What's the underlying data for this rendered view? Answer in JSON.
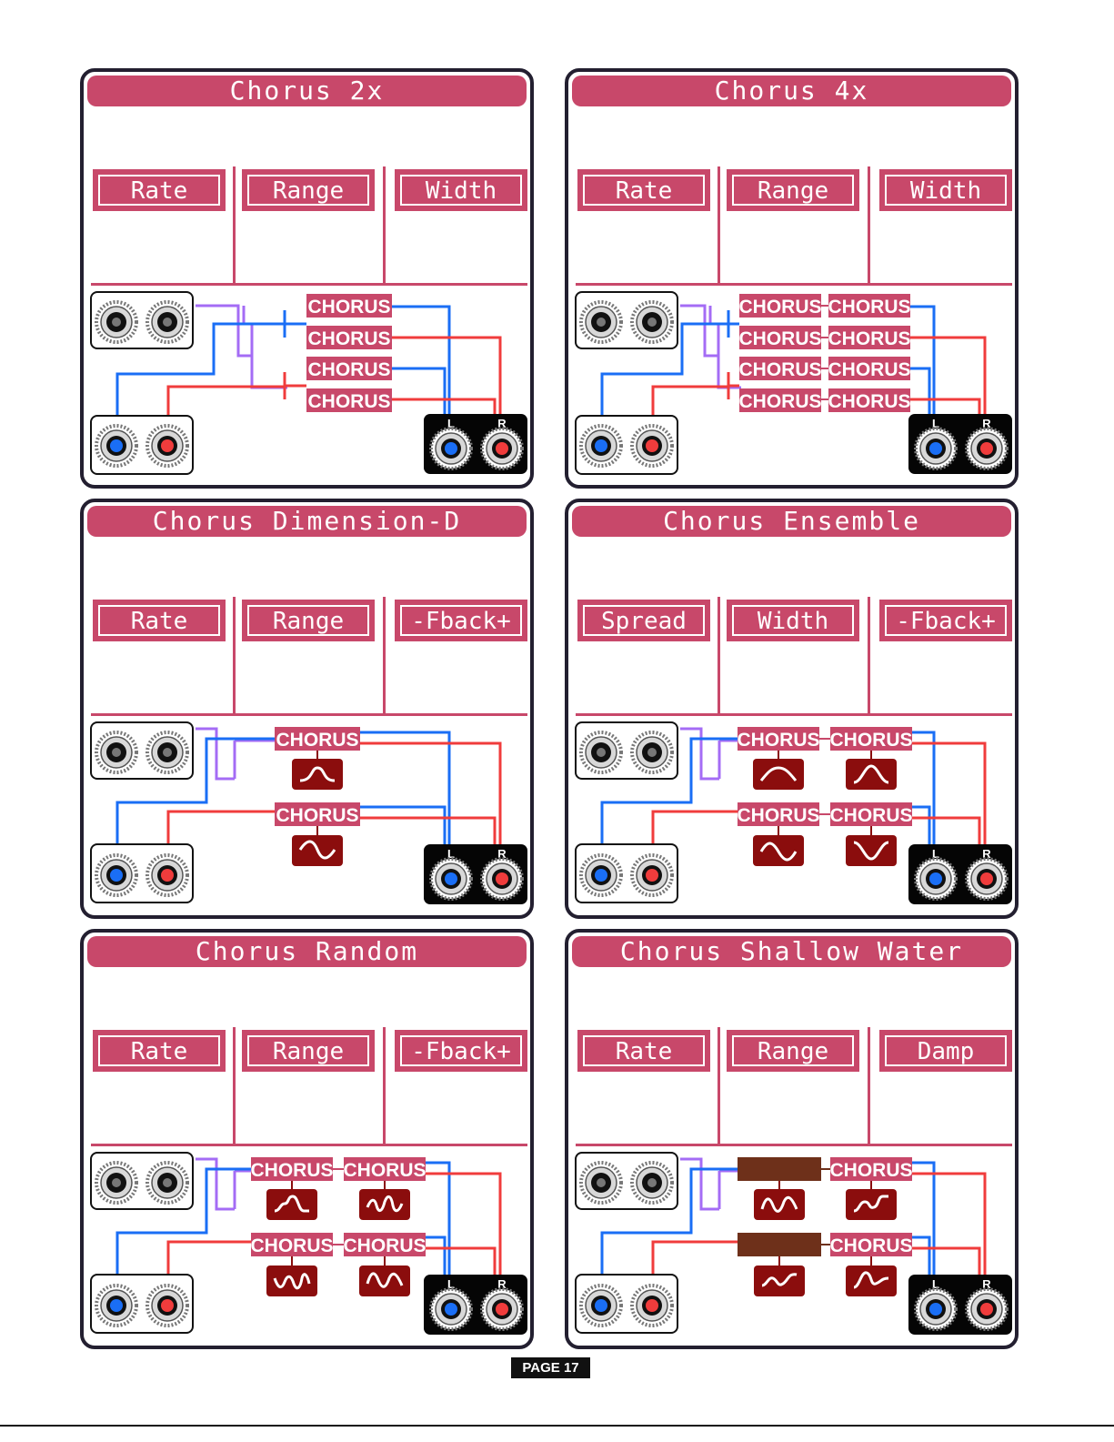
{
  "colors": {
    "accent": "#c8486a",
    "dark_red": "#8b0d0d",
    "brown": "#6e301a",
    "blue": "#1a6ef5",
    "red": "#f03c3c",
    "purple": "#a46cf5",
    "frame": "#231f30"
  },
  "panels": [
    {
      "title": "Chorus 2x",
      "params": [
        "Rate",
        "Range",
        "Width"
      ],
      "stage": "single",
      "blocks": [
        [
          "CHORUS"
        ],
        [
          "CHORUS"
        ],
        [
          "CHORUS"
        ],
        [
          "CHORUS"
        ]
      ]
    },
    {
      "title": "Chorus 4x",
      "params": [
        "Rate",
        "Range",
        "Width"
      ],
      "stage": "single",
      "blocks": [
        [
          "CHORUS",
          "CHORUS"
        ],
        [
          "CHORUS",
          "CHORUS"
        ],
        [
          "CHORUS",
          "CHORUS"
        ],
        [
          "CHORUS",
          "CHORUS"
        ]
      ]
    },
    {
      "title": "Chorus Dimension-D",
      "params": [
        "Rate",
        "Range",
        "-Fback+"
      ],
      "stage": "lfo",
      "blocks": [
        [
          "CHORUS"
        ],
        [
          "CHORUS"
        ]
      ]
    },
    {
      "title": "Chorus Ensemble",
      "params": [
        "Spread",
        "Width",
        "-Fback+"
      ],
      "stage": "lfo",
      "blocks": [
        [
          "CHORUS",
          "CHORUS"
        ],
        [
          "CHORUS",
          "CHORUS"
        ]
      ]
    },
    {
      "title": "Chorus Random",
      "params": [
        "Rate",
        "Range",
        "-Fback+"
      ],
      "stage": "lfo",
      "blocks": [
        [
          "CHORUS",
          "CHORUS"
        ],
        [
          "CHORUS",
          "CHORUS"
        ]
      ]
    },
    {
      "title": "Chorus Shallow Water",
      "params": [
        "Rate",
        "Range",
        "Damp"
      ],
      "stage": "lfo",
      "blocks": [
        [
          "",
          "CHORUS"
        ],
        [
          "",
          "CHORUS"
        ]
      ]
    }
  ],
  "output_labels": {
    "left": "L",
    "right": "R"
  },
  "page": "PAGE 17"
}
